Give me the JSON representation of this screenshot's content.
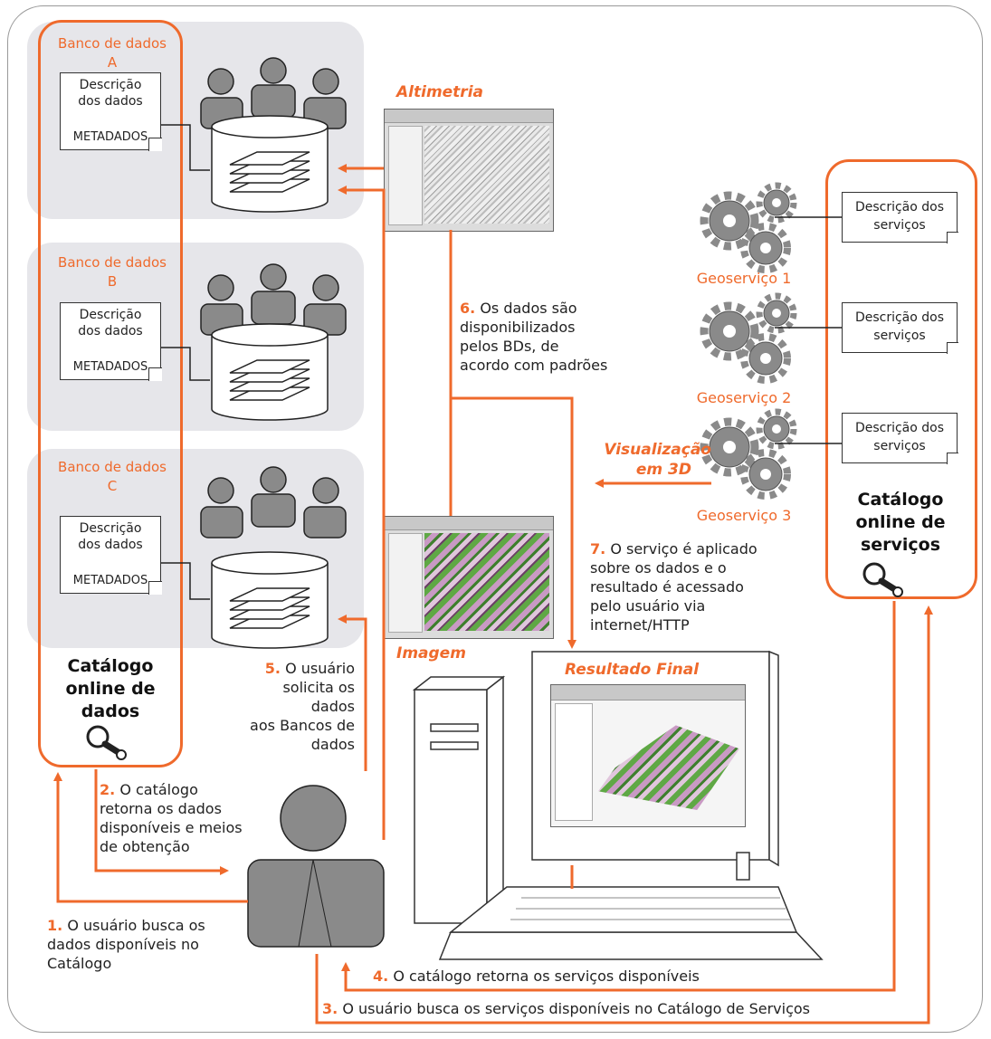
{
  "databases": [
    {
      "title_line1": "Banco de dados",
      "title_line2": "A",
      "doc_text": "Descrição dos dados",
      "doc_tag": "METADADOS"
    },
    {
      "title_line1": "Banco de dados",
      "title_line2": "B",
      "doc_text": "Descrição dos dados",
      "doc_tag": "METADADOS"
    },
    {
      "title_line1": "Banco de dados",
      "title_line2": "C",
      "doc_text": "Descrição dos dados",
      "doc_tag": "METADADOS"
    }
  ],
  "data_catalog": {
    "line1": "Catálogo",
    "line2": "online de",
    "line3": "dados"
  },
  "service_catalog": {
    "line1": "Catálogo",
    "line2": "online de",
    "line3": "serviços"
  },
  "services": [
    {
      "label": "Geoserviço 1",
      "doc_text": "Descrição dos serviços"
    },
    {
      "label": "Geoserviço 2",
      "doc_text": "Descrição dos serviços"
    },
    {
      "label": "Geoserviço 3",
      "doc_text": "Descrição dos serviços"
    }
  ],
  "images": {
    "altimetria": "Altimetria",
    "imagem": "Imagem",
    "resultado": "Resultado Final",
    "visualizacao_line1": "Visualização",
    "visualizacao_line2": "em 3D"
  },
  "steps": {
    "s1": {
      "num": "1.",
      "line1": "O usuário busca os",
      "line2": "dados disponíveis no",
      "line3": "Catálogo"
    },
    "s2": {
      "num": "2.",
      "line1": "O catálogo",
      "line2": "retorna os dados",
      "line3": "disponíveis e meios",
      "line4": "de obtenção"
    },
    "s3": {
      "num": "3.",
      "text": "O usuário busca os serviços disponíveis no Catálogo de Serviços"
    },
    "s4": {
      "num": "4.",
      "text": "O catálogo retorna os serviços disponíveis"
    },
    "s5": {
      "num": "5.",
      "line1": "O usuário",
      "line2": "solicita os dados",
      "line3": "aos Bancos de",
      "line4": "dados"
    },
    "s6": {
      "num": "6.",
      "line1": "Os dados são",
      "line2": "disponibilizados",
      "line3": "pelos BDs, de",
      "line4": "acordo com padrões"
    },
    "s7": {
      "num": "7.",
      "line1": "O serviço é aplicado",
      "line2": "sobre os dados e o",
      "line3": "resultado é acessado",
      "line4": "pelo usuário via",
      "line5": "internet/HTTP"
    }
  },
  "colors": {
    "accent": "#ef6a2c",
    "panel": "#e6e6ea",
    "figure": "#8a8a8a"
  }
}
